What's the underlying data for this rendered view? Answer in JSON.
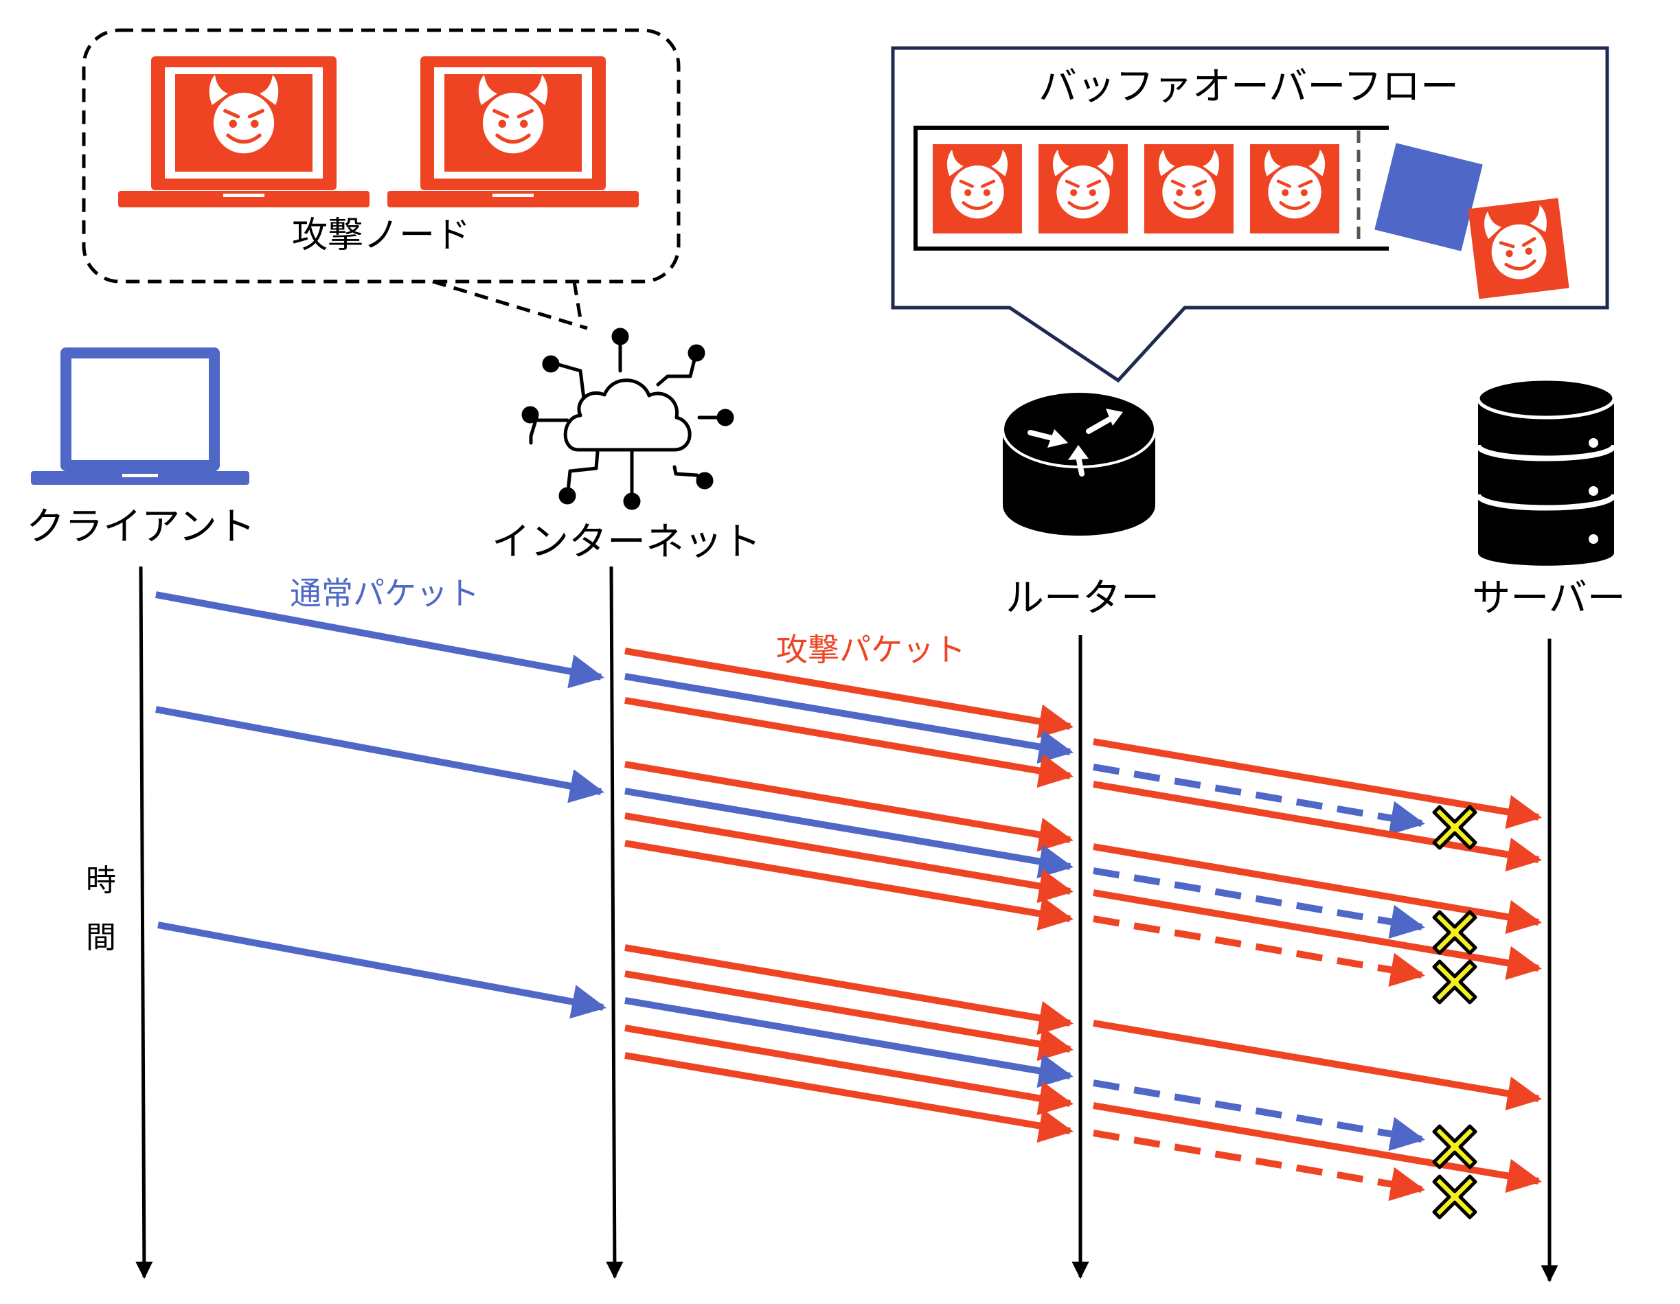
{
  "colors": {
    "blue": "#4f67c6",
    "red": "#ee4423",
    "black": "#000000",
    "navy": "#1f2a52",
    "yellow": "#f4ef1f"
  },
  "attackers": {
    "label": "攻撃ノード",
    "count": 2,
    "icon": "devil-laptop-icon"
  },
  "overflow": {
    "title": "バッファオーバーフロー",
    "queued_count": 4
  },
  "nodes": {
    "client": {
      "label": "クライアント",
      "icon": "laptop-icon"
    },
    "internet": {
      "label": "インターネット",
      "icon": "cloud-network-icon"
    },
    "router": {
      "label": "ルーター",
      "icon": "router-icon"
    },
    "server": {
      "label": "サーバー",
      "icon": "database-server-icon"
    }
  },
  "labels": {
    "normal_packet": "通常パケット",
    "attack_packet": "攻撃パケット",
    "time_1": "時",
    "time_2": "間"
  },
  "flows": {
    "waves": [
      {
        "client_blue": 1,
        "internet_out": [
          "red",
          "blue",
          "red"
        ],
        "router_out": [
          "red",
          "blue-dropped",
          "red"
        ]
      },
      {
        "client_blue": 1,
        "internet_out": [
          "red",
          "blue",
          "red",
          "red"
        ],
        "router_out": [
          "red",
          "blue-dropped",
          "red",
          "red-dropped"
        ]
      },
      {
        "client_blue": 1,
        "internet_out": [
          "red",
          "red",
          "blue",
          "red",
          "red"
        ],
        "router_out": [
          "red",
          "blue-dropped",
          "red",
          "red-dropped"
        ]
      }
    ],
    "drop_icon": "x-mark-icon"
  }
}
